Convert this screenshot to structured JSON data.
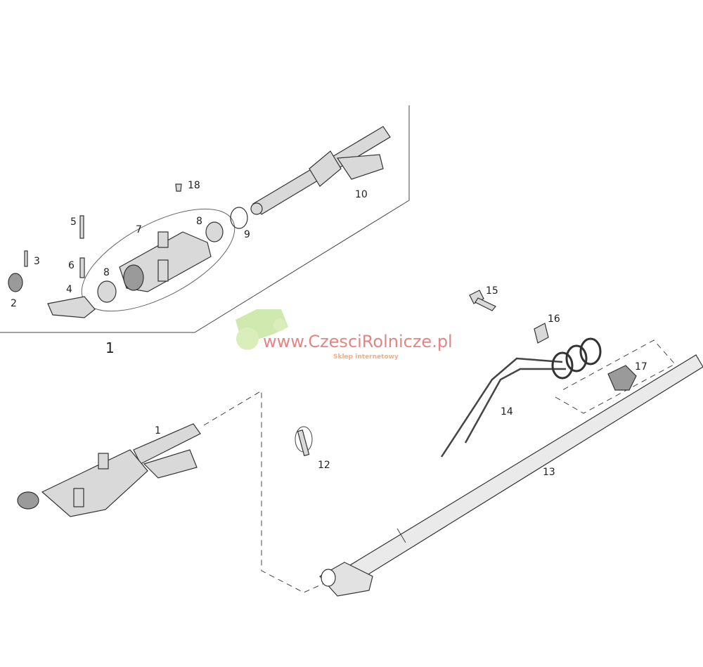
{
  "labels": {
    "l18": "18",
    "l10": "10",
    "l5": "5",
    "l7": "7",
    "l8a": "8",
    "l9": "9",
    "l3": "3",
    "l6": "6",
    "l8b": "8",
    "l4": "4",
    "l2": "2",
    "group1": "1",
    "l15": "15",
    "l16": "16",
    "l17": "17",
    "l14": "14",
    "l1": "1",
    "l12": "12",
    "l13": "13"
  },
  "watermark": {
    "url": "www.CzesciRolnicze.pl",
    "subtitle": "Sklep internetowy"
  },
  "colors": {
    "watermark_text": "#e07070",
    "watermark_logo": "#c8e6a0",
    "subtitle": "#f0a070"
  }
}
